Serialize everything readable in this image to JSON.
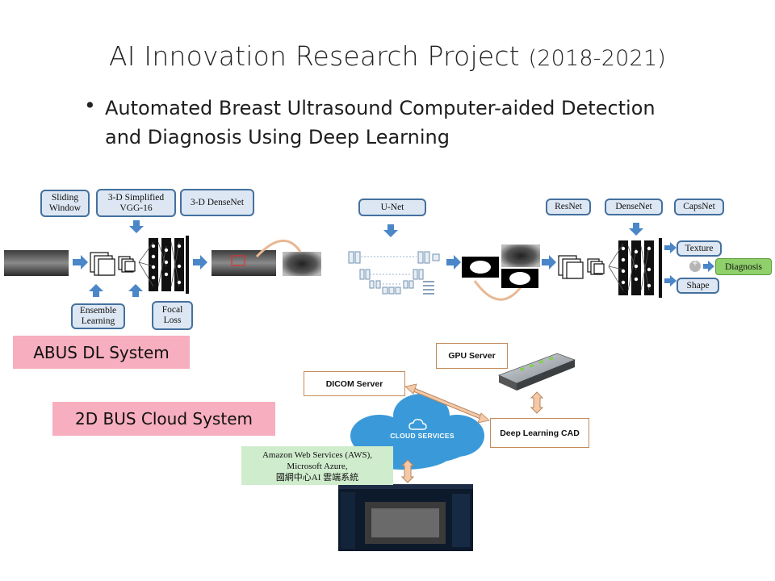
{
  "slide": {
    "title_main": "AI Innovation Research Project",
    "title_years": "(2018-2021)",
    "bullet": "•",
    "subtitle_line1": "Automated Breast Ultrasound Computer-aided Detection",
    "subtitle_line2": "and Diagnosis Using Deep Learning"
  },
  "pipeline": {
    "sliding_window": [
      "Sliding",
      "Window"
    ],
    "vgg": [
      "3-D Simplified",
      "VGG-16"
    ],
    "densenet3d": "3-D DenseNet",
    "ensemble": [
      "Ensemble",
      "Learning"
    ],
    "focal": [
      "Focal",
      "Loss"
    ],
    "unet": "U-Net",
    "resnet": "ResNet",
    "densenet": "DenseNet",
    "capsnet": "CapsNet",
    "texture": "Texture",
    "shape": "Shape",
    "diagnosis": "Diagnosis",
    "plus": "+"
  },
  "systems": {
    "abus": "ABUS DL System",
    "bus2d": "2D BUS Cloud System"
  },
  "cloud": {
    "gpu_server": "GPU Server",
    "dicom_server": "DICOM Server",
    "deep_learning_cad": "Deep Learning CAD",
    "cloud_services": "CLOUD SERVICES",
    "providers": [
      "Amazon Web Services (AWS),",
      "Microsoft Azure,",
      "國網中心AI 雲端系統"
    ]
  },
  "colors": {
    "label_fill": "#dde7f3",
    "label_border": "#44709e",
    "arrow_blue": "#4a86c8",
    "system_pink": "#f7aebe",
    "cloud_blue": "#3a9ad9",
    "diagnosis_green": "#8fd06a",
    "provider_green": "#cfeccd",
    "double_arrow": "#f4c9a8"
  }
}
